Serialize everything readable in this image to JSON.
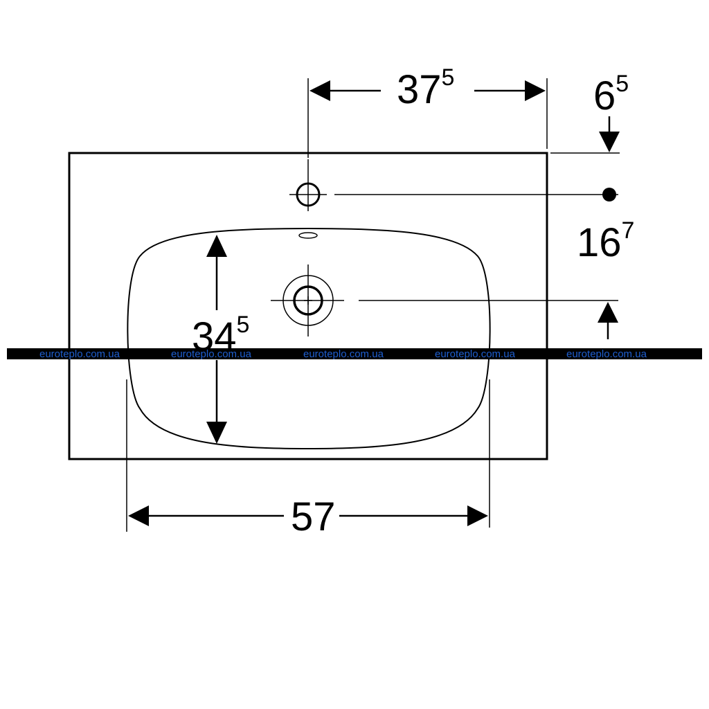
{
  "dimensions": {
    "tap_offset": {
      "main": "37",
      "sup": "5"
    },
    "top_offset": {
      "main": "6",
      "sup": "5"
    },
    "tap_to_drain": {
      "main": "16",
      "sup": "7"
    },
    "bowl_depth": {
      "main": "34",
      "sup": "5"
    },
    "bowl_width": {
      "main": "57",
      "sup": ""
    }
  },
  "watermark": {
    "text": "euroteplo.com.ua",
    "repeat": 5,
    "band_color": "#000000",
    "text_color": "#1f5fd0"
  },
  "colors": {
    "line": "#000000",
    "background": "#ffffff"
  }
}
